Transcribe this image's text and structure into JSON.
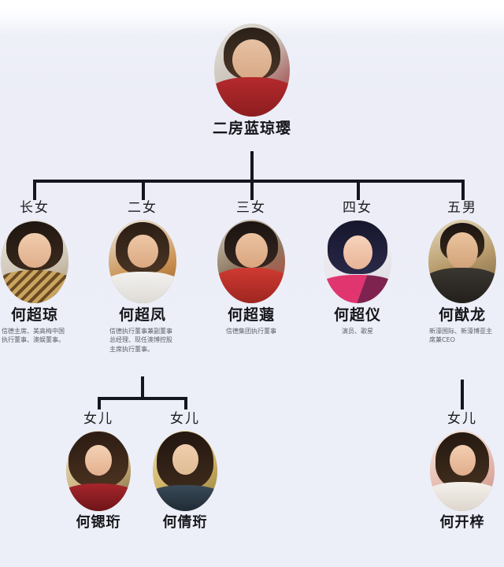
{
  "diagram": {
    "type": "family-tree",
    "background_color": "#eceef8",
    "line_color": "#14161f"
  },
  "root": {
    "name": "二房蓝琼璎",
    "avatar_name": "portrait-lan-qiongying"
  },
  "generation_2": [
    {
      "relation": "长女",
      "name": "何超琼",
      "desc": "信德主席、美高梅中国执行董事、澳娱董事。",
      "avatar_name": "portrait-he-chaoqiong"
    },
    {
      "relation": "二女",
      "name": "何超凤",
      "desc": "信德执行董事兼副董事总经理、现任澳博控股主席执行董事。",
      "avatar_name": "portrait-he-chaofeng"
    },
    {
      "relation": "三女",
      "name": "何超蕸",
      "desc": "信德集团执行董事",
      "avatar_name": "portrait-he-chaoxia"
    },
    {
      "relation": "四女",
      "name": "何超仪",
      "desc": "演员、歌星",
      "avatar_name": "portrait-he-chaoyi"
    },
    {
      "relation": "五男",
      "name": "何猷龙",
      "desc": "新濠国际、新濠博亚主席兼CEO",
      "avatar_name": "portrait-he-youlong"
    }
  ],
  "generation_3": [
    {
      "relation": "女儿",
      "name": "何锶珩",
      "parent": "何超凤",
      "avatar_name": "portrait-he-siheng"
    },
    {
      "relation": "女儿",
      "name": "何倩珩",
      "parent": "何超凤",
      "avatar_name": "portrait-he-qianheng"
    },
    {
      "relation": "女儿",
      "name": "何开梓",
      "parent": "何猷龙",
      "avatar_name": "portrait-he-kaizi"
    }
  ]
}
